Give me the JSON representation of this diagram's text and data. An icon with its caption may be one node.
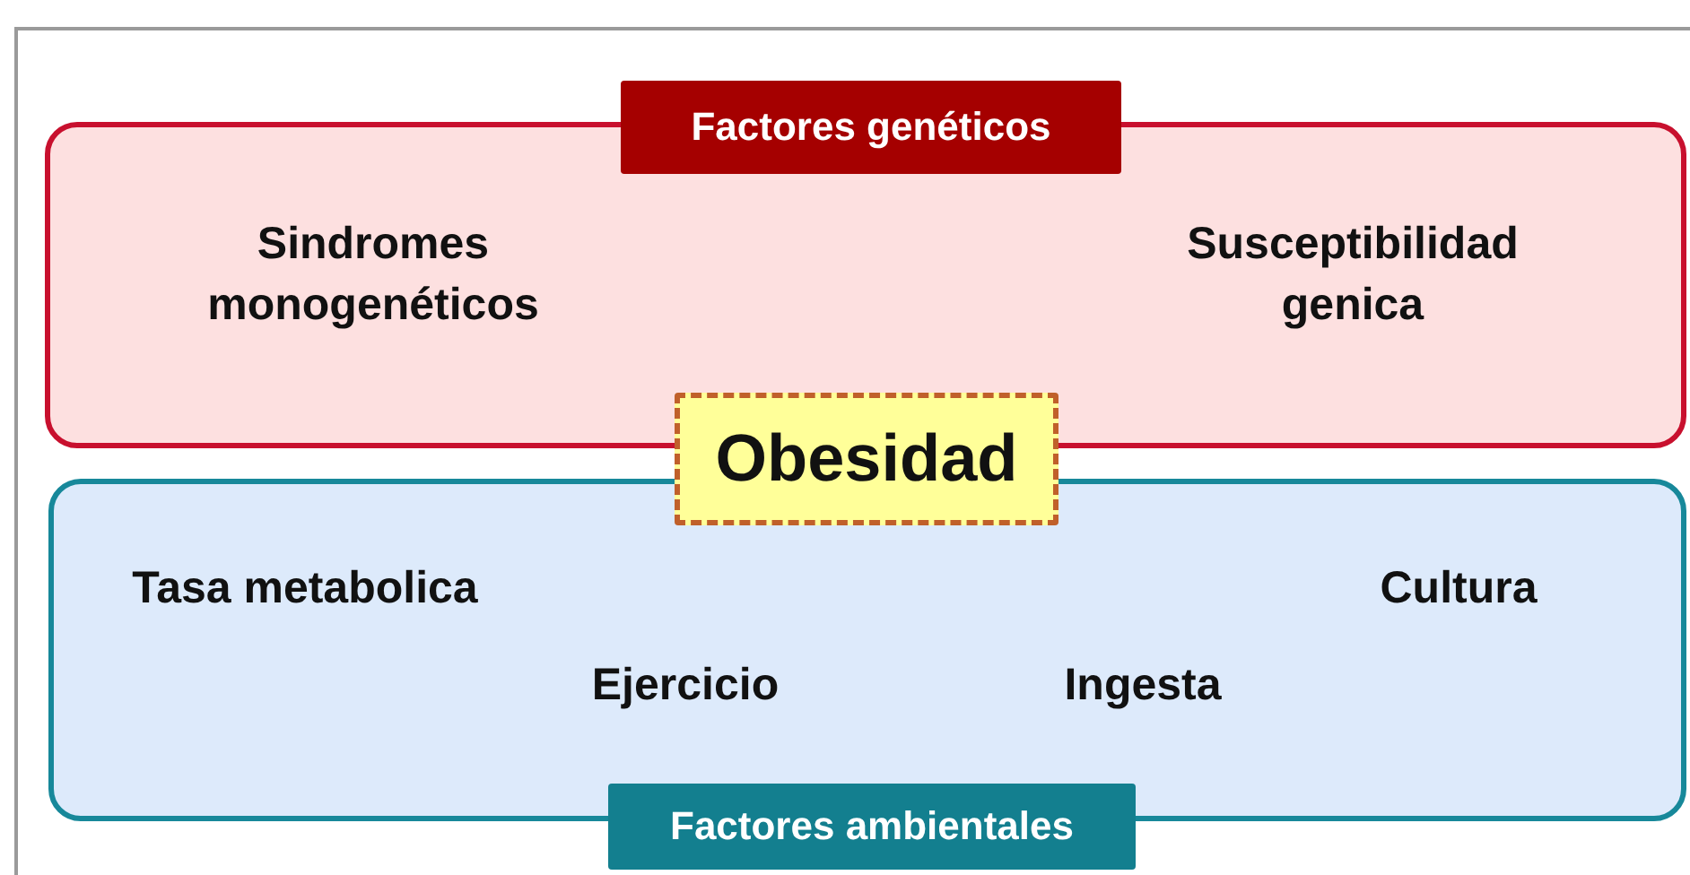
{
  "diagram": {
    "nodes": [
      {
        "text": [
          "Factores genéticos",
          "Sindromes monogenéticos",
          "Susceptibilidad genica"
        ]
      },
      {
        "text": [
          "Factores ambientales",
          "Tasa metabolica",
          "Cultura",
          "Ejercicio",
          "Ingesta"
        ]
      },
      {
        "text": [
          "Obesidad"
        ]
      }
    ]
  }
}
